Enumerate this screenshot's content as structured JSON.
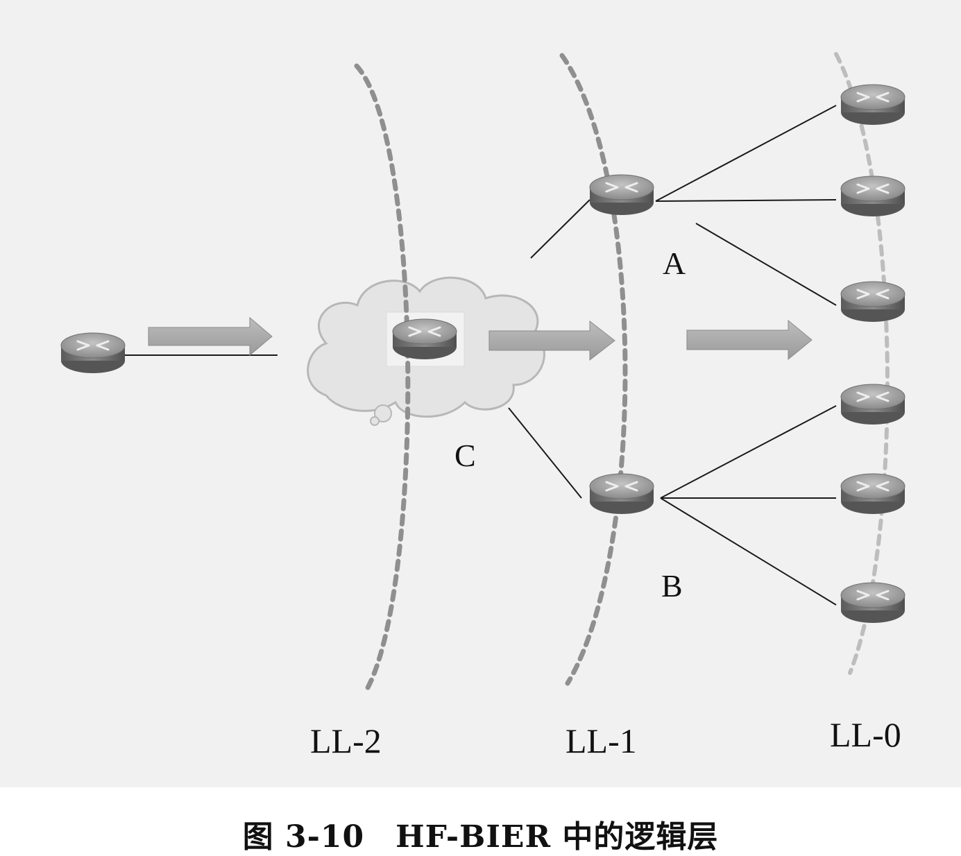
{
  "diagram": {
    "nodes": {
      "a": "A",
      "b": "B",
      "c": "C"
    },
    "layers": {
      "ll2": "LL-2",
      "ll1": "LL-1",
      "ll0": "LL-0"
    }
  },
  "caption": "图 3-10　HF-BIER 中的逻辑层",
  "colors": {
    "panel_background": "#f1f1f1",
    "router_body": "#7f7f7f",
    "router_top": "#9a9a9a",
    "arrow": "#a9a9a9",
    "boundary_dash": "#9c9c9c",
    "cloud": "#e3e3e3"
  },
  "icons": [
    "router-icon",
    "cloud-icon",
    "arrow-icon"
  ]
}
